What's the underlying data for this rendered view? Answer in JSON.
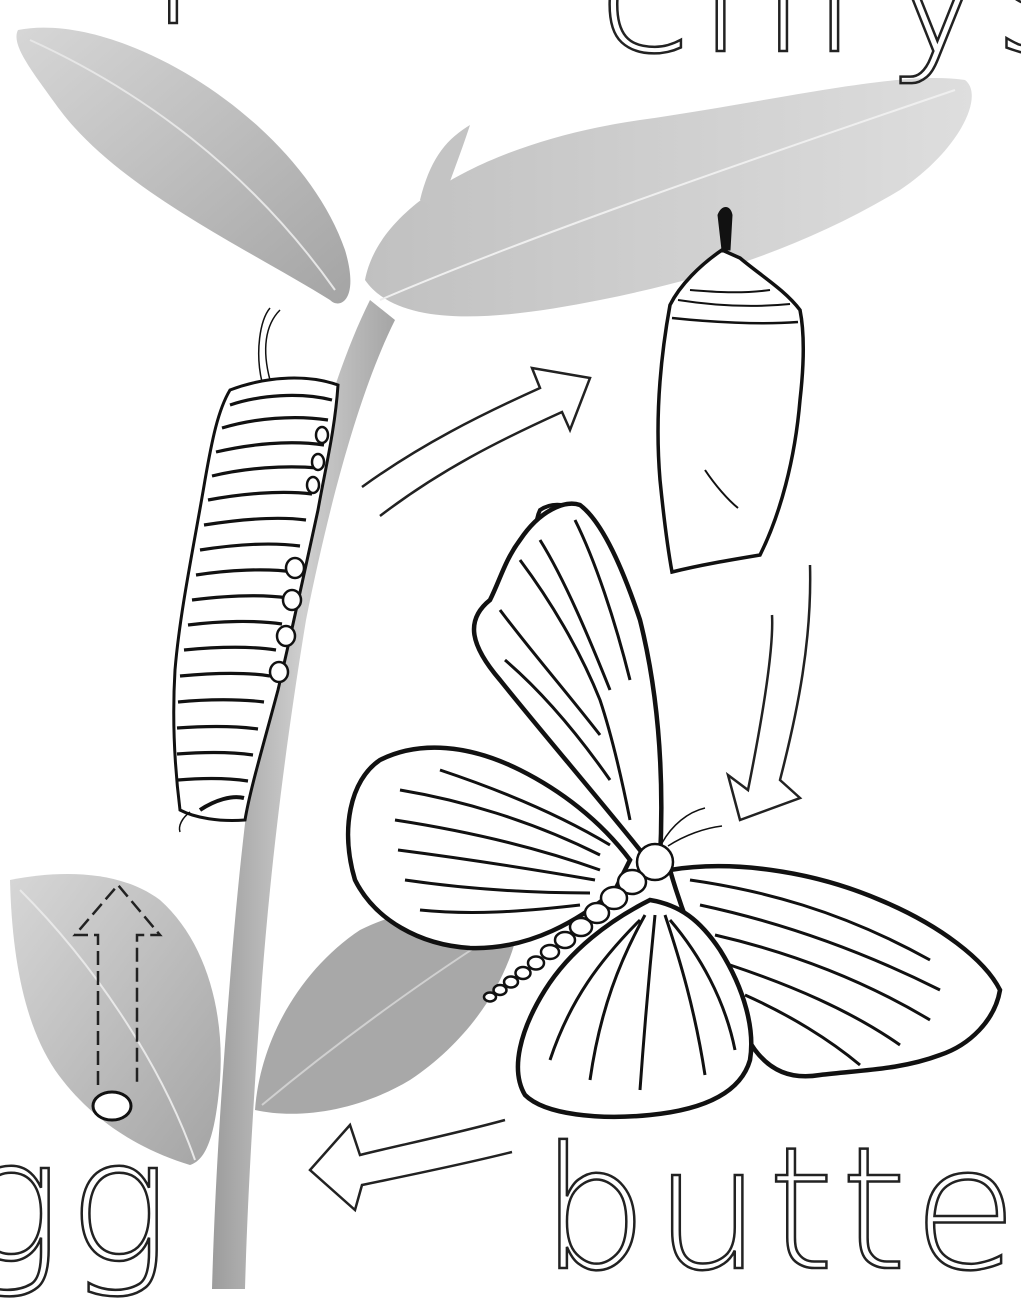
{
  "tracing_words": {
    "larva_fragment": "l",
    "chrysalis_fragment": "chrysa",
    "egg_fragment": "gg",
    "butterfly_fragment": "butterf"
  },
  "stages": [
    "egg",
    "caterpillar",
    "chrysalis",
    "butterfly"
  ],
  "colors": {
    "ink": "#111111",
    "leaf_light": "#c9c9c9",
    "leaf_mid": "#a9a9a9",
    "leaf_dark": "#8d8d8d",
    "stem": "#b5b5b5",
    "background": "#ffffff"
  }
}
